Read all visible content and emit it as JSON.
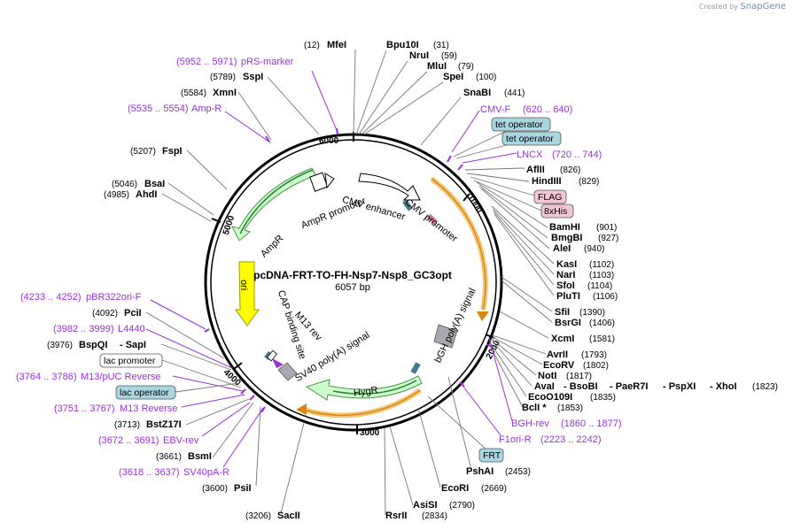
{
  "brand": {
    "created_by": "Created by",
    "name": "SnapGene"
  },
  "plasmid": {
    "name": "pcDNA-FRT-TO-FH-Nsp7-Nsp8_GC3opt",
    "length": "6057 bp"
  },
  "ticks": [
    "1000",
    "2000",
    "3000",
    "4000",
    "5000",
    "6000"
  ],
  "inner_features": [
    "AmpR promoter",
    "AmpR",
    "CMV enhancer",
    "CMV promoter",
    "ori",
    "CAP binding site",
    "M13 rev",
    "SV40 poly(A) signal",
    "HygR",
    "bGH poly(A) signal"
  ],
  "enzymes": [
    {
      "name": "MfeI",
      "pos": "(12)"
    },
    {
      "name": "Bpu10I",
      "pos": "(31)"
    },
    {
      "name": "NruI",
      "pos": "(59)"
    },
    {
      "name": "MluI",
      "pos": "(79)"
    },
    {
      "name": "SpeI",
      "pos": "(100)"
    },
    {
      "name": "SnaBI",
      "pos": "(441)"
    },
    {
      "name": "AflII",
      "pos": "(826)"
    },
    {
      "name": "HindIII",
      "pos": "(829)"
    },
    {
      "name": "BamHI",
      "pos": "(901)"
    },
    {
      "name": "BmgBI",
      "pos": "(927)"
    },
    {
      "name": "AleI",
      "pos": "(940)"
    },
    {
      "name": "KasI",
      "pos": "(1102)"
    },
    {
      "name": "NarI",
      "pos": "(1103)"
    },
    {
      "name": "SfoI",
      "pos": "(1104)"
    },
    {
      "name": "PluTI",
      "pos": "(1106)"
    },
    {
      "name": "SfiI",
      "pos": "(1390)"
    },
    {
      "name": "BsrGI",
      "pos": "(1406)"
    },
    {
      "name": "XcmI",
      "pos": "(1581)"
    },
    {
      "name": "AvrII",
      "pos": "(1793)"
    },
    {
      "name": "EcoRV",
      "pos": "(1802)"
    },
    {
      "name": "NotI",
      "pos": "(1817)"
    },
    {
      "name": "AvaI",
      "pos": ""
    },
    {
      "name": "- BsoBI",
      "pos": ""
    },
    {
      "name": "- PaeR7I",
      "pos": ""
    },
    {
      "name": "- PspXI",
      "pos": ""
    },
    {
      "name": "- XhoI",
      "pos": "(1823)"
    },
    {
      "name": "EcoO109I",
      "pos": "(1835)"
    },
    {
      "name": "BclI *",
      "pos": "(1853)"
    },
    {
      "name": "PshAI",
      "pos": "(2453)"
    },
    {
      "name": "EcoRI",
      "pos": "(2669)"
    },
    {
      "name": "AsiSI",
      "pos": "(2790)"
    },
    {
      "name": "RsrII",
      "pos": "(2834)"
    },
    {
      "name": "SacII",
      "pos": "(3206)"
    },
    {
      "name": "PsiI",
      "pos": "(3600)"
    },
    {
      "name": "BsmI",
      "pos": "(3661)"
    },
    {
      "name": "BstZ17I",
      "pos": "(3713)"
    },
    {
      "name": "BspQI",
      "pos": "(3976)"
    },
    {
      "name": "- SapI",
      "pos": ""
    },
    {
      "name": "PciI",
      "pos": "(4092)"
    },
    {
      "name": "AhdI",
      "pos": "(4985)"
    },
    {
      "name": "BsaI",
      "pos": "(5046)"
    },
    {
      "name": "FspI",
      "pos": "(5207)"
    },
    {
      "name": "XmnI",
      "pos": "(5584)"
    },
    {
      "name": "SspI",
      "pos": "(5789)"
    }
  ],
  "features": [
    {
      "name": "pRS-marker",
      "range": "(5952 .. 5971)"
    },
    {
      "name": "Amp-R",
      "range": "(5535 .. 5554)"
    },
    {
      "name": "CMV-F",
      "range": "(620 .. 640)"
    },
    {
      "name": "LNCX",
      "range": "(720 .. 744)"
    },
    {
      "name": "BGH-rev",
      "range": "(1860 .. 1877)"
    },
    {
      "name": "F1ori-R",
      "range": "(2223 .. 2242)"
    },
    {
      "name": "pBR322ori-F",
      "range": "(4233 .. 4252)"
    },
    {
      "name": "L4440",
      "range": "(3982 .. 3999)"
    },
    {
      "name": "M13/pUC Reverse",
      "range": "(3764 .. 3786)"
    },
    {
      "name": "M13 Reverse",
      "range": "(3751 .. 3767)"
    },
    {
      "name": "EBV-rev",
      "range": "(3672 .. 3691)"
    },
    {
      "name": "SV40pA-R",
      "range": "(3618 .. 3637)"
    }
  ],
  "boxes": [
    {
      "name": "tet operator",
      "color": "#a9d6e0"
    },
    {
      "name": "tet operator",
      "color": "#a9d6e0"
    },
    {
      "name": "FLAG",
      "color": "#f2c6d3"
    },
    {
      "name": "8xHis",
      "color": "#f2c6d3"
    },
    {
      "name": "FRT",
      "color": "#a9d6e0"
    },
    {
      "name": "lac promoter",
      "color": "#ffffff"
    },
    {
      "name": "lac operator",
      "color": "#a9d6e0"
    }
  ],
  "colors": {
    "backbone": "#000000",
    "primer": "#9b30d9",
    "ampr": "#ccffcc",
    "ori": "#ffff00",
    "hygr": "#ccffcc",
    "orf": "#f5c77a",
    "promoter": "#ffffff",
    "polya": "#a6a9b0"
  }
}
